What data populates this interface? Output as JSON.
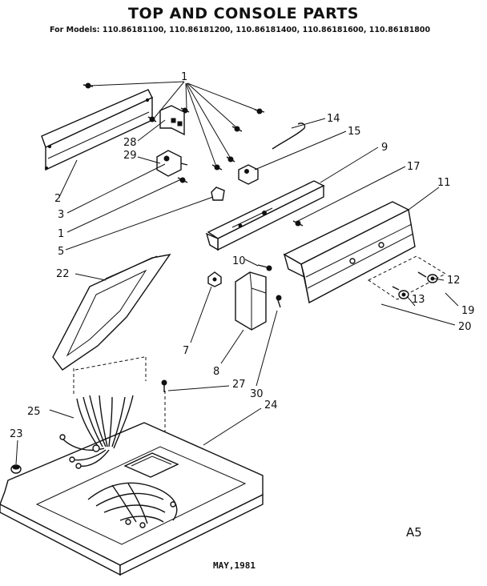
{
  "header": {
    "title": "TOP AND CONSOLE PARTS",
    "models": "For Models: 110.86181100, 110.86181200, 110.86181400, 110.86181600, 110.86181800"
  },
  "callouts": {
    "c1a": "1",
    "c1b": "1",
    "c2": "2",
    "c3": "3",
    "c5": "5",
    "c7": "7",
    "c8": "8",
    "c9": "9",
    "c10": "10",
    "c11": "11",
    "c12": "12",
    "c13": "13",
    "c14": "14",
    "c15": "15",
    "c17": "17",
    "c19": "19",
    "c20": "20",
    "c22": "22",
    "c23": "23",
    "c24": "24",
    "c25": "25",
    "c27": "27",
    "c28": "28",
    "c29": "29",
    "c30": "30"
  },
  "footer": {
    "date": "MAY,1981",
    "code": "A5"
  }
}
